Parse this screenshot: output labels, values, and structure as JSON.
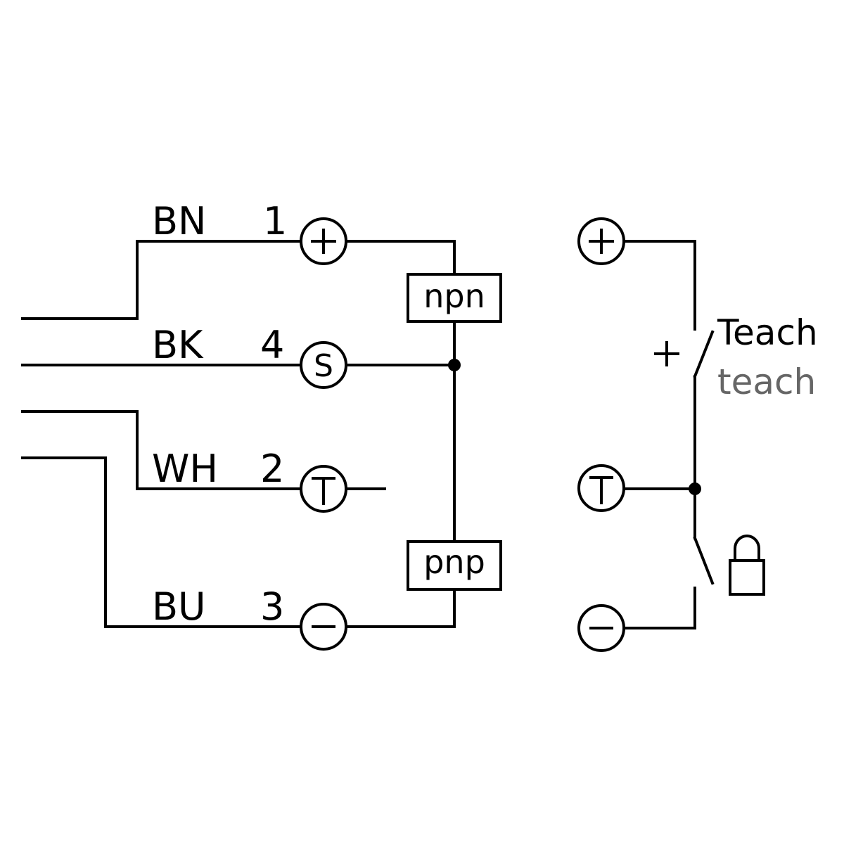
{
  "diagram": {
    "type": "sensor wiring diagram",
    "left": {
      "wires": [
        {
          "color_code": "BN",
          "pin": "1",
          "terminal": "+"
        },
        {
          "color_code": "BK",
          "pin": "4",
          "terminal": "S"
        },
        {
          "color_code": "WH",
          "pin": "2",
          "terminal": "T"
        },
        {
          "color_code": "BU",
          "pin": "3",
          "terminal": "−"
        }
      ],
      "output_types": {
        "upper": "npn",
        "lower": "pnp"
      }
    },
    "right": {
      "terminals": [
        "+",
        "T",
        "−"
      ],
      "teach_switch": {
        "sign": "+",
        "label_primary": "Teach",
        "label_secondary": "teach"
      },
      "lock_switch": {
        "icon": "padlock-icon"
      }
    },
    "colors": {
      "line": "#000000",
      "secondary_text": "#666666",
      "background": "#ffffff"
    }
  }
}
